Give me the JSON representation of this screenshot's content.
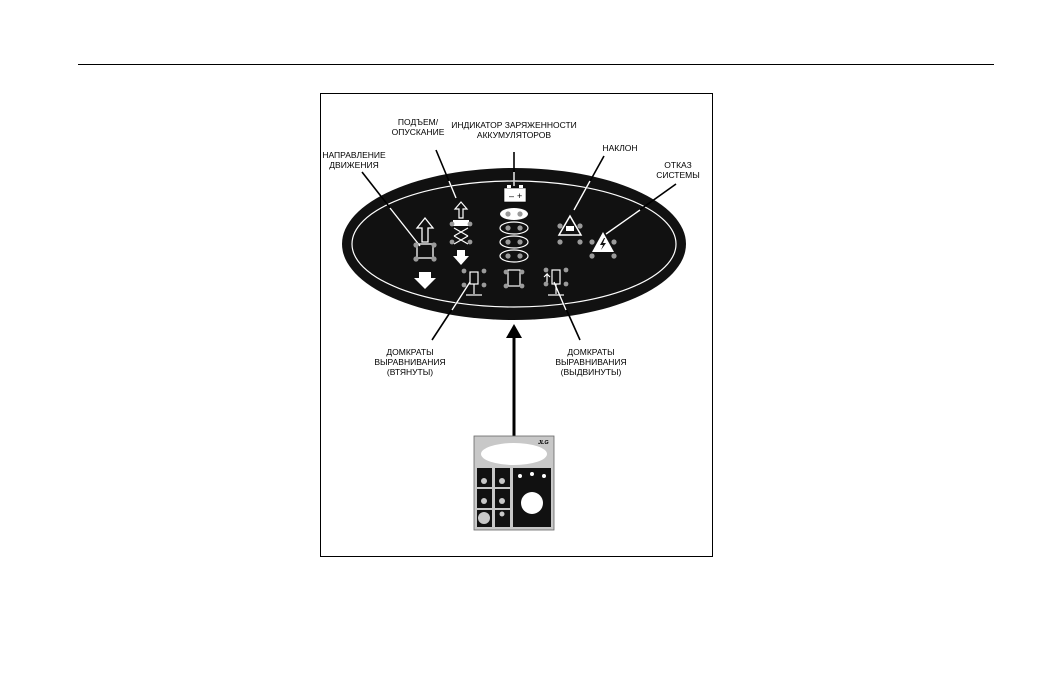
{
  "labels": {
    "lift": [
      "ПОДЪЕМ/",
      "ОПУСКАНИЕ"
    ],
    "battery": [
      "ИНДИКАТОР ЗАРЯЖЕННОСТИ",
      "АККУМУЛЯТОРОВ"
    ],
    "drive": [
      "НАПРАВЛЕНИЕ",
      "ДВИЖЕНИЯ"
    ],
    "tilt": [
      "НАКЛОН"
    ],
    "fault": [
      "ОТКАЗ",
      "СИСТЕМЫ"
    ],
    "jacks_retracted": [
      "ДОМКРАТЫ",
      "ВЫРАВНИВАНИЯ",
      "(ВТЯНУТЫ)"
    ],
    "jacks_extended": [
      "ДОМКРАТЫ",
      "ВЫРАВНИВАНИЯ",
      "(ВЫДВИНУТЫ)"
    ]
  },
  "control_box": {
    "brand": "JLG"
  },
  "battery_icon": {
    "minus": "–",
    "plus": "+"
  },
  "colors": {
    "panel": "#111111",
    "led": "#9a9a9a",
    "box": "#c8c8c8"
  }
}
